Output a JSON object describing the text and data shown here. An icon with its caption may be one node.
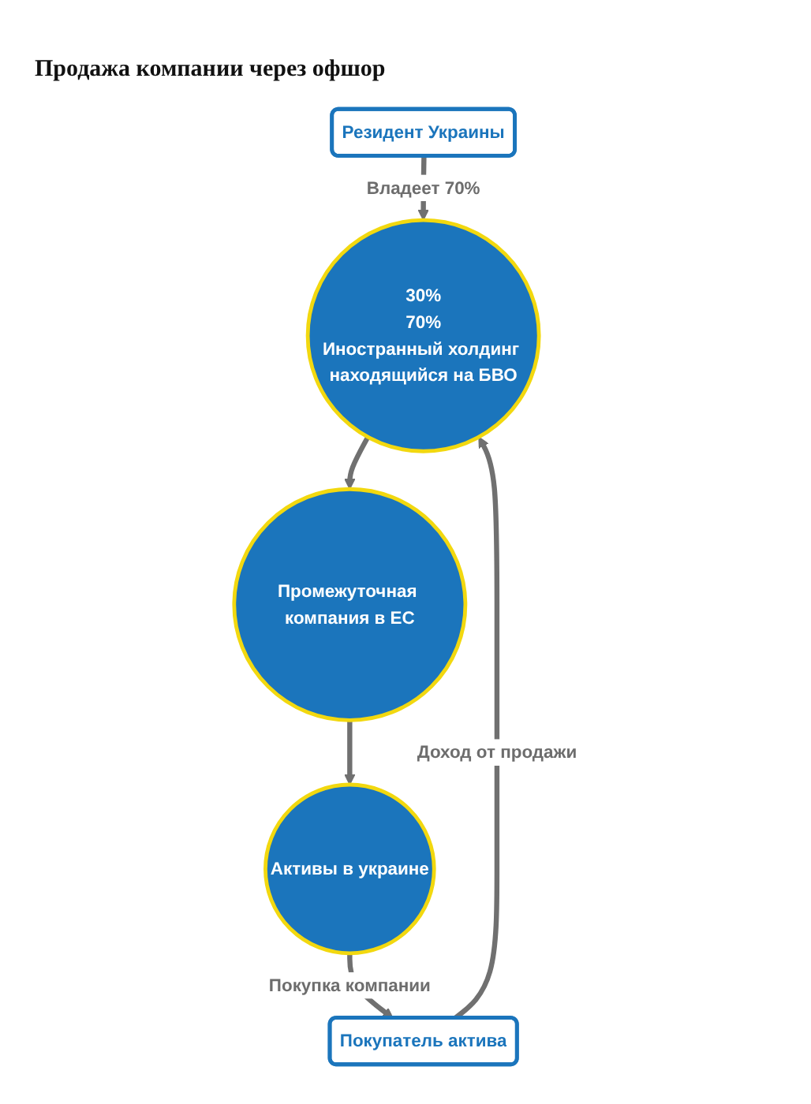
{
  "diagram": {
    "title": "Продажа компании через офшор",
    "nodes": [
      {
        "text": [
          "Резидент Украины"
        ]
      },
      {
        "text": [
          "30%",
          "70%",
          "Иностранный холдинг находящийся на БВО"
        ]
      },
      {
        "text": [
          "Покупатель актива"
        ]
      },
      {
        "text": [
          "Промежуточная компания в ЕС"
        ]
      },
      {
        "text": [
          "Активы в украине"
        ]
      }
    ],
    "edges": [
      {
        "from": 0,
        "to": 1,
        "arrow": "to",
        "label": "Владеет 70%"
      },
      {
        "from": 2,
        "to": 1,
        "arrow": "to",
        "label": "Доход от продажи"
      },
      {
        "from": 1,
        "to": 3,
        "arrow": "to"
      },
      {
        "from": 3,
        "to": 4,
        "arrow": "to"
      },
      {
        "from": 4,
        "to": 2,
        "arrow": "to",
        "label": "Покупка компании"
      }
    ]
  }
}
